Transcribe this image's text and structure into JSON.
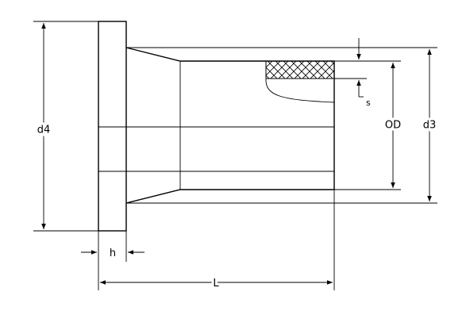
{
  "labels": {
    "d4": "d4",
    "h": "h",
    "L": "L",
    "OD": "OD",
    "d3": "d3",
    "s": "s"
  },
  "colors": {
    "stroke": "#000000",
    "background": "#ffffff"
  }
}
